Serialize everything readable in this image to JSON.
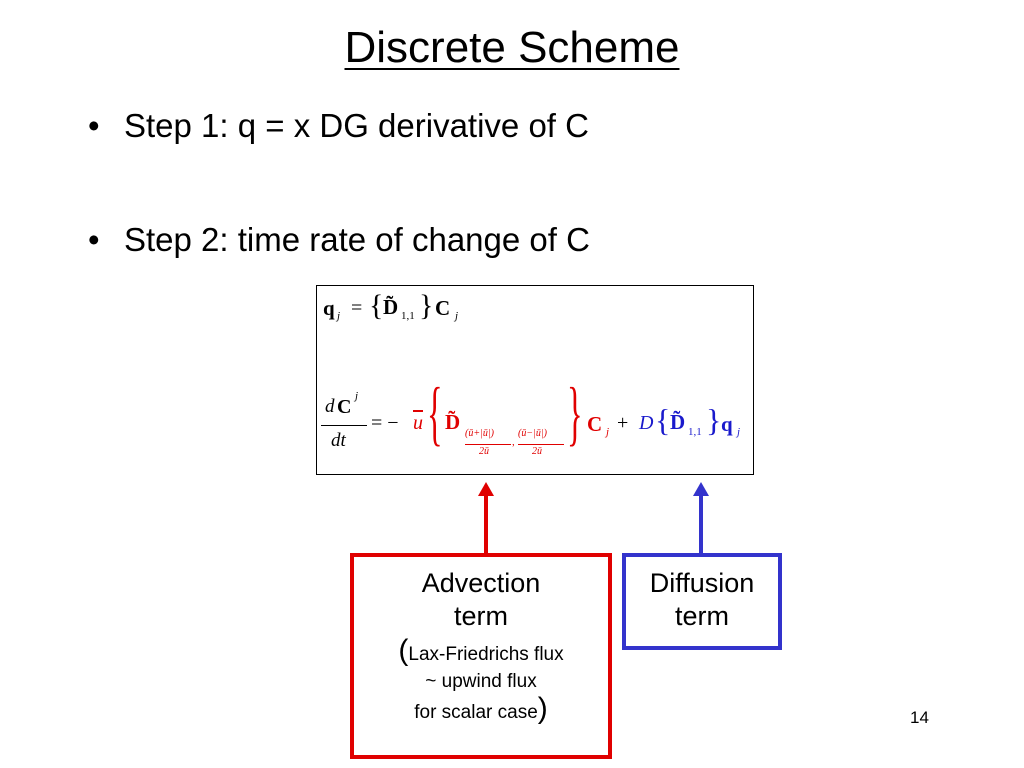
{
  "slide": {
    "title": "Discrete Scheme",
    "page_number": "14"
  },
  "bullets": [
    {
      "marker": "•",
      "text": "Step 1: q = x DG derivative of C"
    },
    {
      "marker": "•",
      "text": "Step 2: time rate of change of C"
    }
  ],
  "equations": {
    "eq1": {
      "lhs": "q",
      "lhs_sub": "j",
      "equals": "=",
      "brace_open": "{",
      "operator": "D̃",
      "operator_sub": "1,1",
      "brace_close": "}",
      "rhs": "C",
      "rhs_sub": "j"
    },
    "eq2": {
      "num_d": "d",
      "num_C": "C",
      "num_sub": "j",
      "den": "dt",
      "equals": "= −",
      "ubar": "u",
      "brace_open": "{",
      "operator": "D̃",
      "frac1_num": "(ū+|ū|)",
      "frac1_den": "2ū",
      "comma": ",",
      "frac2_num": "(ū−|ū|)",
      "frac2_den": "2ū",
      "brace_close": "}",
      "C": "C",
      "C_sub": "j",
      "plus": "+",
      "D": "D",
      "brace2_open": "{",
      "operator2": "D̃",
      "operator2_sub": "1,1",
      "brace2_close": "}",
      "q": "q",
      "q_sub": "j"
    }
  },
  "callouts": {
    "advection": {
      "line1": "Advection",
      "line2": "term",
      "paren_open": "(",
      "line3": "Lax-Friedrichs flux",
      "line4": "~ upwind flux",
      "line5": "for scalar case",
      "paren_close": ")"
    },
    "diffusion": {
      "line1": "Diffusion",
      "line2": "term"
    }
  },
  "colors": {
    "advection": "#e00000",
    "diffusion": "#3333cc"
  }
}
